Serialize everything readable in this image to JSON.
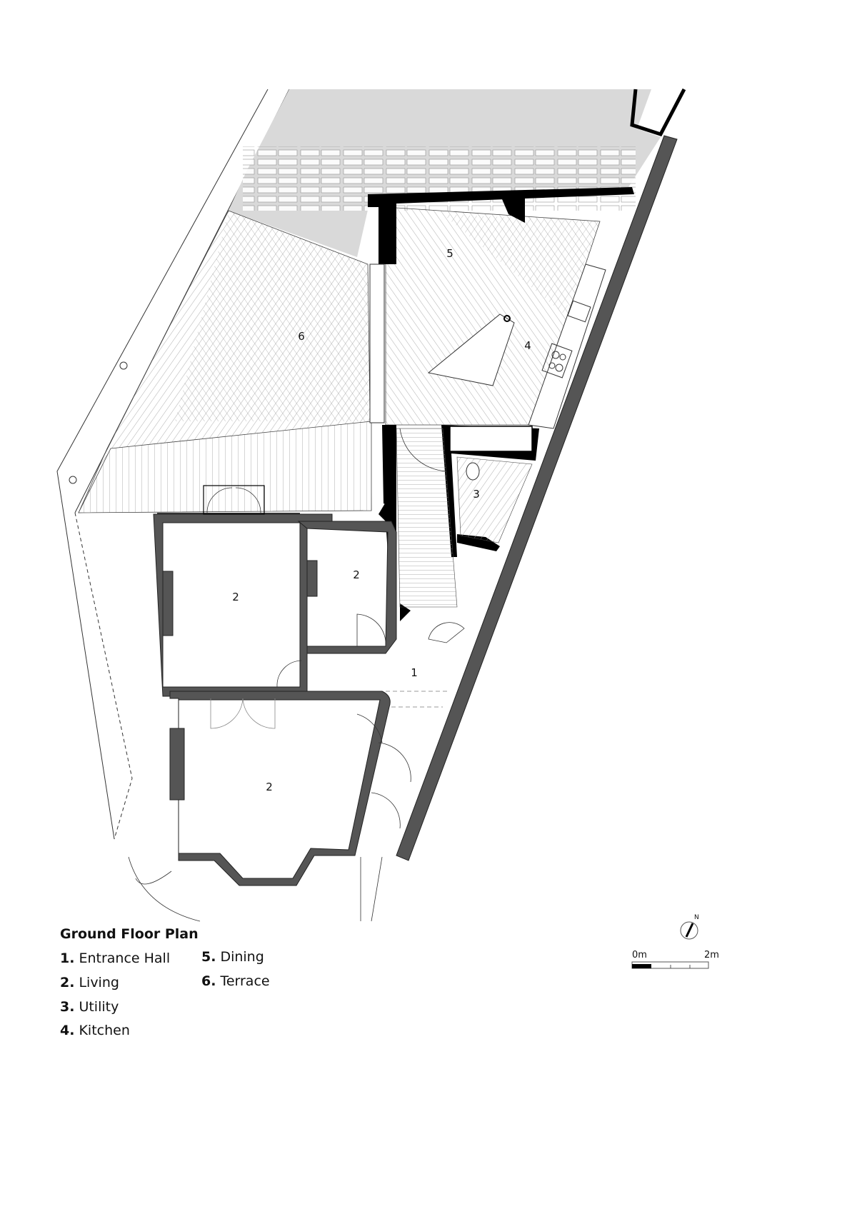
{
  "plan": {
    "title": "Ground Floor Plan",
    "room_labels": [
      "5",
      "6",
      "4",
      "3",
      "2",
      "2",
      "1",
      "2"
    ],
    "legend": [
      {
        "num": "1.",
        "name": "Entrance Hall"
      },
      {
        "num": "2.",
        "name": "Living"
      },
      {
        "num": "3.",
        "name": "Utility"
      },
      {
        "num": "4.",
        "name": "Kitchen"
      },
      {
        "num": "5.",
        "name": "Dining"
      },
      {
        "num": "6.",
        "name": "Terrace"
      }
    ],
    "scale": {
      "start": "0m",
      "end": "2m"
    },
    "north_label": "N"
  },
  "colors": {
    "wall": "#555555",
    "new_wall": "#000000",
    "paving": "#d9d9d9",
    "line": "#333333"
  }
}
